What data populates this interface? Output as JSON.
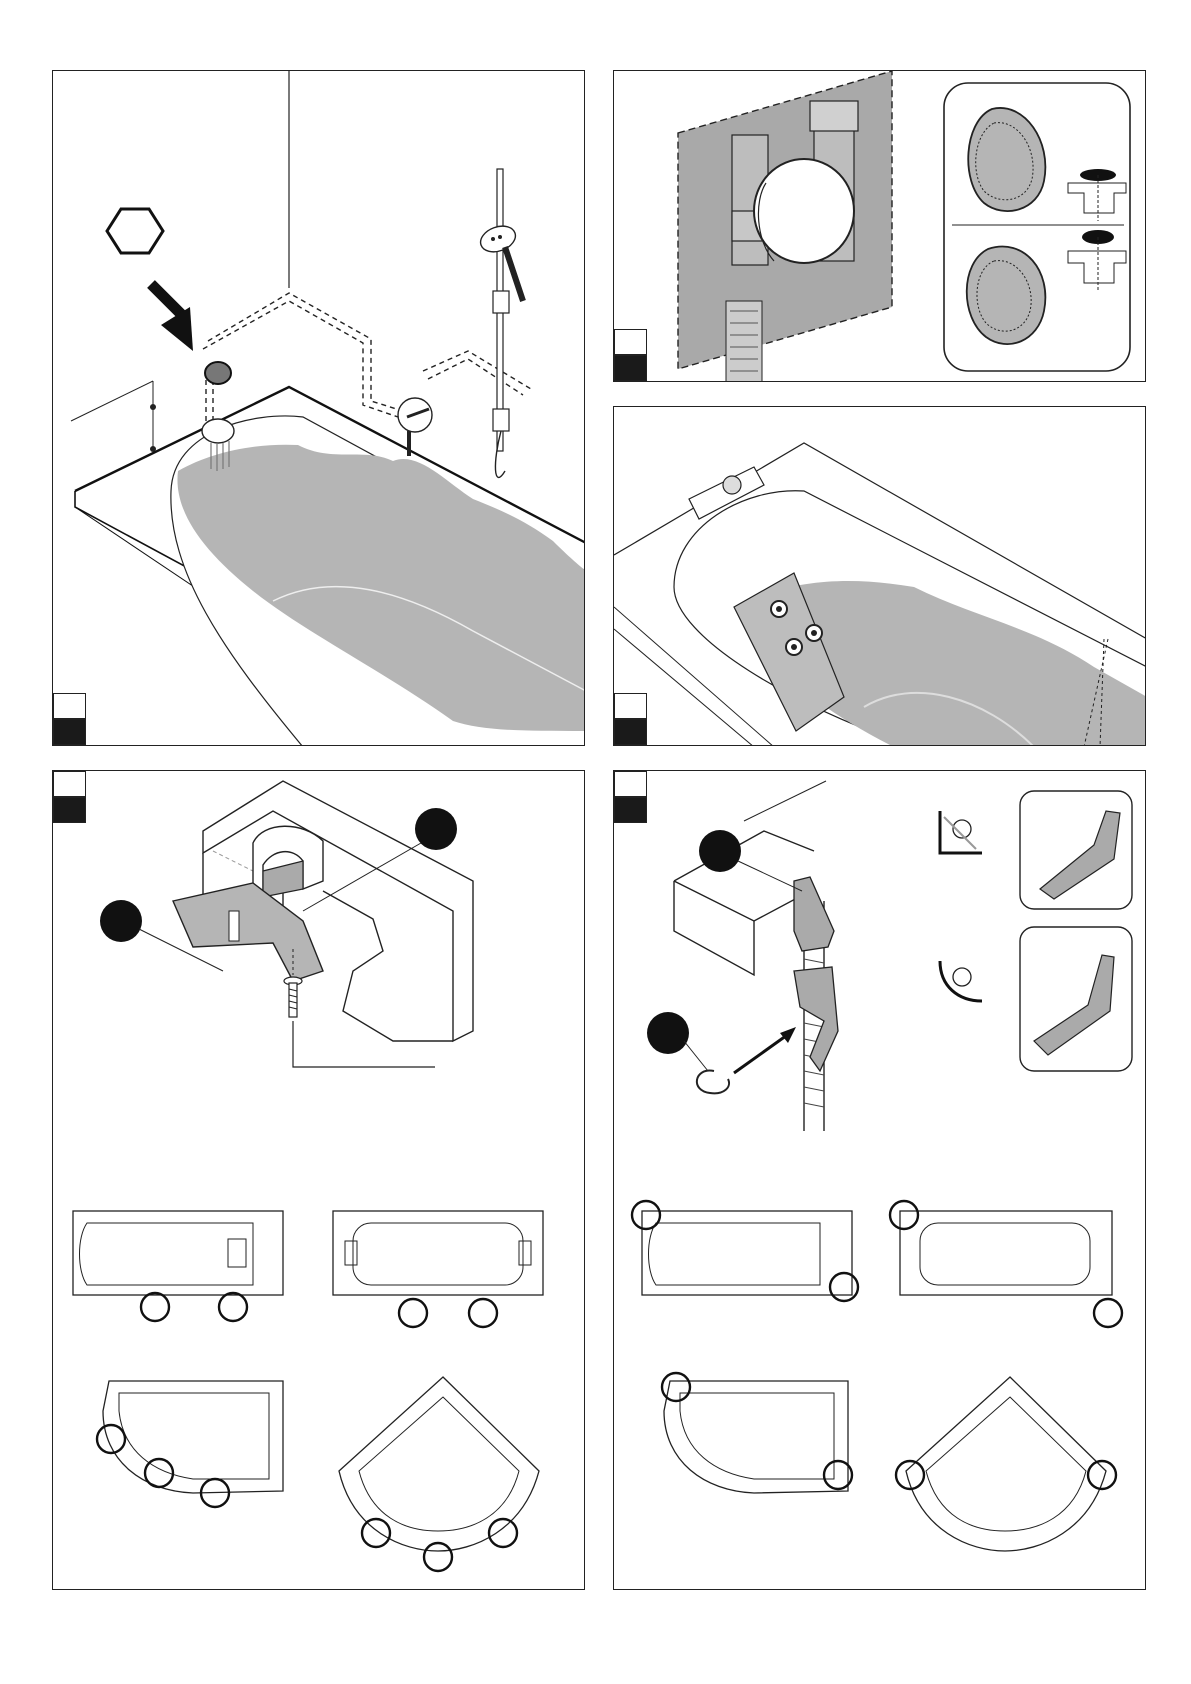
{
  "colors": {
    "line": "#1a1a1a",
    "fill_gray": "#b3b3b3",
    "fill_light": "#d6d6d6",
    "marker": "#111111",
    "background": "#ffffff"
  },
  "panels": [
    {
      "id": "bath-installation",
      "icon": "hexagon-icon"
    },
    {
      "id": "overflow-waste-set",
      "icon": "drain-valve-icon"
    },
    {
      "id": "bath-jets-view",
      "icon": "jet-nozzle-icon"
    },
    {
      "id": "support-bracket-mounting",
      "icon": "screw-icon"
    },
    {
      "id": "hose-clip-mounting",
      "icon": "hose-clip-icon"
    }
  ]
}
